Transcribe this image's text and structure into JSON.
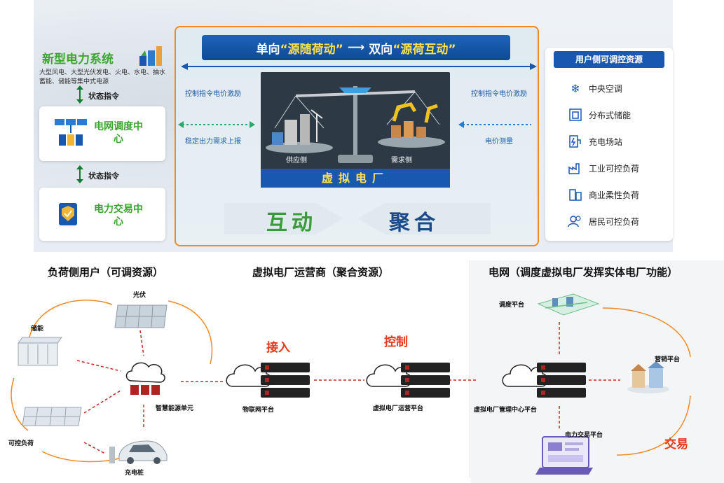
{
  "top": {
    "system_title": "新型电力系统",
    "system_desc": "大型风电、大型光伏发电、火电、水电、抽水蓄能、储能等集中式电源",
    "status_1": "状态指令",
    "status_2": "状态指令",
    "dispatch_center": "电网调度中心",
    "trading_center": "电力交易中心",
    "banner_part1": "单向",
    "banner_quote1": "“源随荷动”",
    "banner_part2": "双向",
    "banner_quote2": "“源荷互动”",
    "left_top_text": "控制指令电价激励",
    "left_bottom_text": "稳定出力需求上报",
    "right_top_text": "控制指令电价激励",
    "right_bottom_text": "电价测量",
    "supply_side": "供应侧",
    "demand_side": "需求侧",
    "vpp": "虚拟电厂",
    "interact": "互动",
    "aggregate": "聚合",
    "right_title": "用户侧可调控资源",
    "resources": [
      "中央空调",
      "分布式储能",
      "充电场站",
      "工业可控负荷",
      "商业柔性负荷",
      "居民可控负荷"
    ]
  },
  "bottom": {
    "section_1": "负荷侧用户（可调资源）",
    "section_2": "虚拟电厂运营商（聚合资源）",
    "section_3": "电网（调度虚拟电厂发挥实体电厂功能）",
    "pv": "光伏",
    "storage": "储能",
    "controllable_load": "可控负荷",
    "charging_pile": "充电桩",
    "smart_unit": "智慧能源单元",
    "iot_platform": "物联网平台",
    "vpp_operator_platform": "虚拟电厂运营平台",
    "access": "接入",
    "control": "控制",
    "dispatch_platform": "调度平台",
    "marketing_platform": "营销平台",
    "vpp_management_platform": "虚拟电厂管理中心平台",
    "trading_platform": "电力交易平台",
    "trade": "交易"
  },
  "colors": {
    "green": "#3aa62f",
    "blue": "#1958b0",
    "orange": "#f08a24",
    "red": "#e63a1d",
    "yellow": "#ffe14d"
  }
}
